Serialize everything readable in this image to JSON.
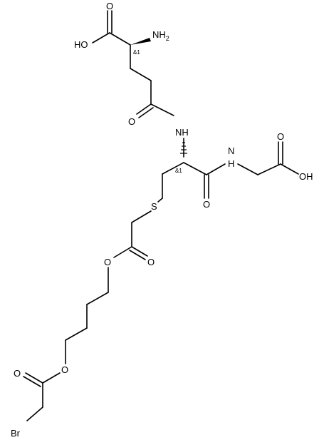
{
  "molecule": {
    "atom_labels": {
      "o_glu_carbonyl": "O",
      "oh_glu": "HO",
      "nh2": "NH",
      "nh2_sub": "2",
      "glu_stereo": "&1",
      "o_amide1": "O",
      "nh_amide1": "NH",
      "cys_stereo": "&1",
      "o_amide2": "O",
      "nh_amide2": "N",
      "nh_amide2_h": "H",
      "o_gly_carbonyl": "O",
      "oh_gly": "OH",
      "s_atom": "S",
      "o_ester1_carbonyl": "O",
      "o_ester1_ether": "O",
      "o_ester2_ether": "O",
      "o_ester2_carbonyl": "O",
      "br_atom": "Br"
    }
  },
  "colors": {
    "bond": "#000000",
    "background": "#ffffff"
  }
}
